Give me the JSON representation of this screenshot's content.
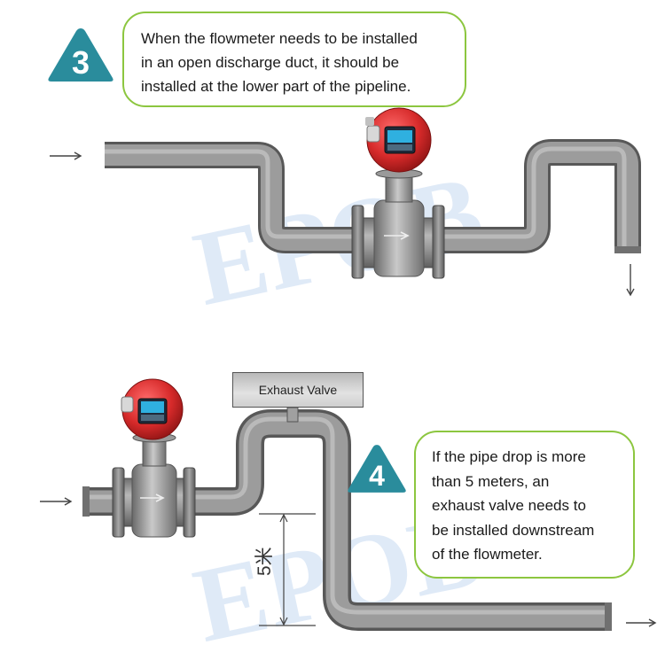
{
  "callout_3": {
    "number": "3",
    "lines": [
      "When the flowmeter needs to be installed",
      "in an open discharge duct, it should be",
      "installed at the lower part of the pipeline."
    ]
  },
  "callout_4": {
    "number": "4",
    "lines": [
      "If the pipe drop is more",
      "than 5 meters, an",
      "exhaust valve needs to",
      "be installed downstream",
      "of the flowmeter."
    ]
  },
  "valve_label": "Exhaust Valve",
  "drop_label": "5米",
  "watermark": "EPOB",
  "colors": {
    "callout_border": "#8cc63f",
    "badge": "#2a8c9c",
    "pipe": "#8a8a8a",
    "meter_head": "#d62a2a"
  },
  "icons": [
    "flow-arrow-icon",
    "triangle-badge-icon",
    "flowmeter-icon"
  ]
}
